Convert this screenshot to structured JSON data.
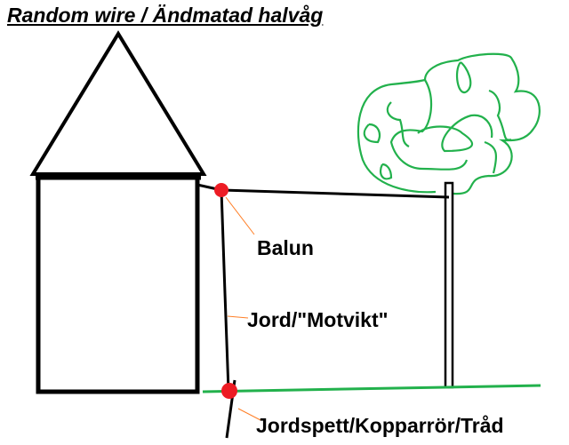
{
  "title": "Random wire / Ändmatad halvåg",
  "labels": {
    "balun": "Balun",
    "counterpoise": "Jord/\"Motvikt\"",
    "ground_rod": "Jordspett/Kopparrör/Tråd"
  },
  "colors": {
    "line": "#000000",
    "ground": "#22b14c",
    "tree": "#22b14c",
    "node": "#ed1c24",
    "leader": "#ff7f27"
  }
}
